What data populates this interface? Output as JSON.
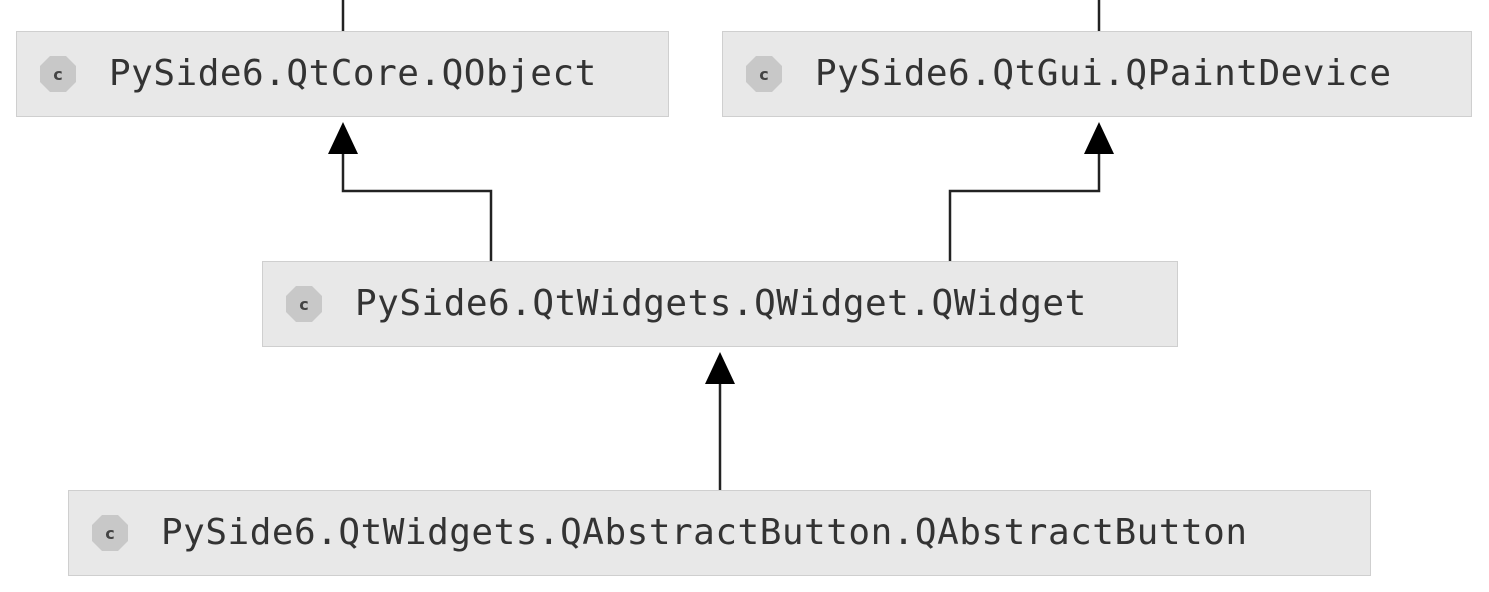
{
  "diagram": {
    "type": "class-inheritance",
    "icon_letter": "c",
    "colors": {
      "node_fill": "#e8e8e8",
      "node_border": "#cfcfcf",
      "icon_fill": "#c8c8c8",
      "line": "#222222",
      "arrow": "#000000",
      "text": "#333333"
    },
    "classes": {
      "qobject": {
        "label": "PySide6.QtCore.QObject"
      },
      "qpaintdevice": {
        "label": "PySide6.QtGui.QPaintDevice"
      },
      "qwidget": {
        "label": "PySide6.QtWidgets.QWidget.QWidget"
      },
      "qabstractbutton": {
        "label": "PySide6.QtWidgets.QAbstractButton.QAbstractButton"
      }
    },
    "edges": [
      {
        "from": "qwidget",
        "to": "qobject",
        "relation": "inherits"
      },
      {
        "from": "qwidget",
        "to": "qpaintdevice",
        "relation": "inherits"
      },
      {
        "from": "qabstractbutton",
        "to": "qwidget",
        "relation": "inherits"
      }
    ]
  }
}
